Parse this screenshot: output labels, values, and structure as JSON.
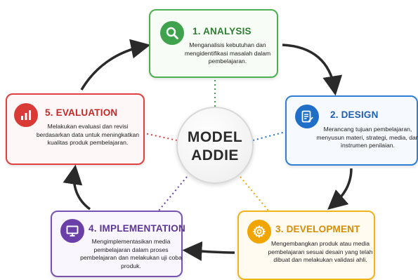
{
  "center": {
    "line1": "MODEL",
    "line2": "ADDIE"
  },
  "phases": [
    {
      "title": "1. ANALYSIS",
      "description": "Menganalisis kebutuhan dan mengidentifikasi masalah dalam pembelajaran.",
      "icon": "search-icon",
      "color": "#3fa34d"
    },
    {
      "title": "2. DESIGN",
      "description": "Merancang tujuan pembelajaran, menyusun materi, strategi, media, dan instrumen penilaian.",
      "icon": "document-edit-icon",
      "color": "#1f6fc9"
    },
    {
      "title": "3. DEVELOPMENT",
      "description": "Mengembangkan produk atau media pembelajaran sesuai desain yang telah dibuat dan melakukan validasi ahli.",
      "icon": "gear-icon",
      "color": "#f0a500"
    },
    {
      "title": "4. IMPLEMENTATION",
      "description": "Mengimplementasikan media pembelajaran dalam proses pembelajaran dan melakukan uji coba produk.",
      "icon": "monitor-icon",
      "color": "#6a3fa8"
    },
    {
      "title": "5. EVALUATION",
      "description": "Melakukan evaluasi dan revisi berdasarkan data untuk meningkatkan kualitas produk pembelajaran.",
      "icon": "bar-chart-icon",
      "color": "#d93a36"
    }
  ]
}
